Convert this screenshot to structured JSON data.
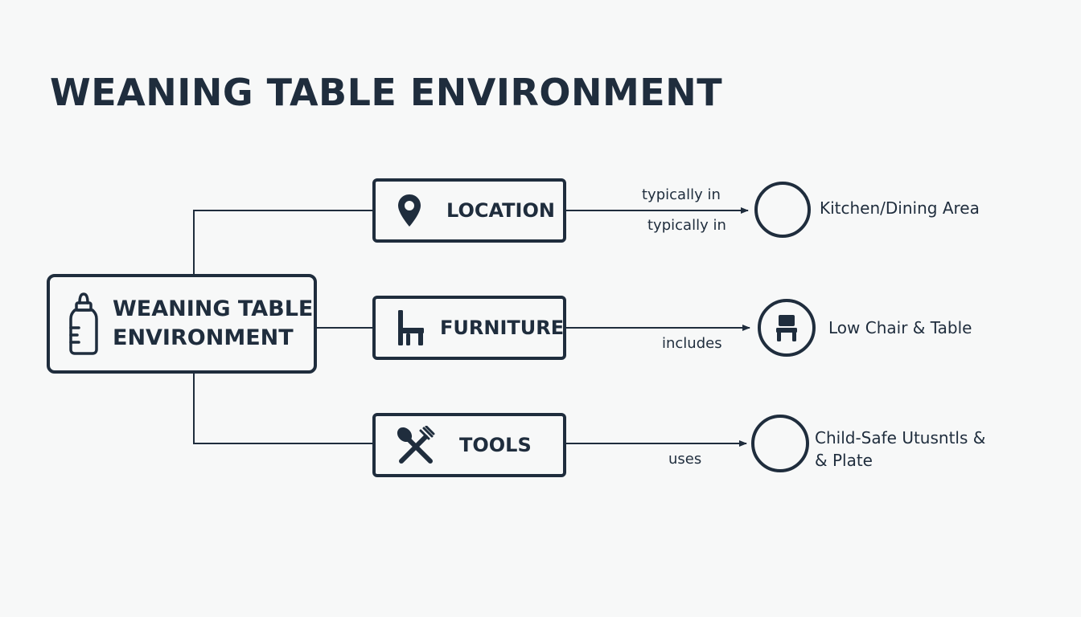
{
  "title": "WEANING TABLE ENVIRONMENT",
  "root": {
    "label_line1": "WEANING TABLE",
    "label_line2": "ENVIRONMENT",
    "icon": "baby-bottle-icon"
  },
  "categories": [
    {
      "label": "LOCATION",
      "icon": "map-pin-icon",
      "edge_labels": [
        "typically in",
        "typically in"
      ],
      "target": {
        "line1": "Kitchen/Dining Area",
        "line2": "",
        "icon": ""
      }
    },
    {
      "label": "FURNITURE",
      "icon": "chair-icon",
      "edge_labels": [
        "includes"
      ],
      "target": {
        "line1": "Low Chair & Table",
        "line2": "",
        "icon": "chair-icon"
      }
    },
    {
      "label": "TOOLS",
      "icon": "spoon-fork-icon",
      "edge_labels": [
        "uses"
      ],
      "target": {
        "line1": "Child-Safe Utusntls &",
        "line2": "& Plate",
        "icon": ""
      }
    }
  ],
  "colors": {
    "ink": "#1f2d3d",
    "background": "#f7f8f8"
  }
}
